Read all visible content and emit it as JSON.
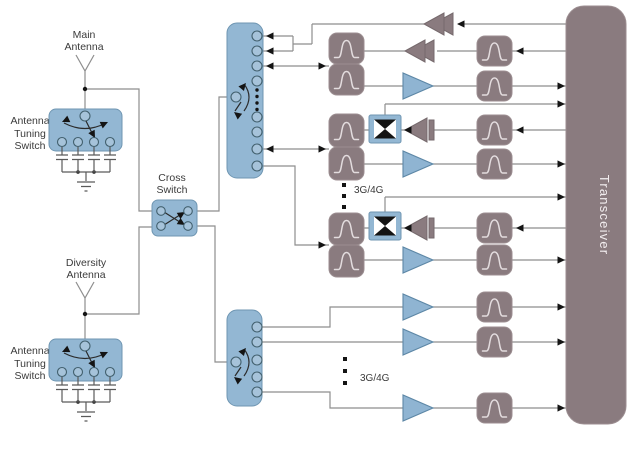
{
  "labels": {
    "main_antenna": [
      "Main",
      "Antenna"
    ],
    "antenna_tuning_switch": [
      "Antenna",
      "Tuning",
      "Switch"
    ],
    "diversity_antenna": [
      "Diversity",
      "Antenna"
    ],
    "cross_switch": [
      "Cross",
      "Switch"
    ],
    "tech": "3G/4G",
    "transceiver": "Transceiver"
  },
  "components": {
    "antennas": [
      "Main Antenna",
      "Diversity Antenna"
    ],
    "antenna_tuning_switches": 2,
    "cross_switch_ports": 4,
    "main_band_switch_ports": 8,
    "diversity_band_switch_ports": 5,
    "duplexers": 3,
    "single_filters": 9,
    "tx_power_amplifiers": 4,
    "rx_low_noise_amplifiers": 6,
    "couplers": 2,
    "tech_label_occurrences": 2,
    "transceiver": "Transceiver"
  },
  "colors": {
    "accent_blue": "#93b7d3",
    "blue_stroke": "#6f96b2",
    "gray_brown": "#8a7b7f",
    "brown_stroke": "#9c8e91",
    "wire": "#8e8e8e",
    "arrow": "#141414",
    "text": "#3b3b3b",
    "glyph_white": "#e3dcde",
    "background": "#ffffff"
  }
}
